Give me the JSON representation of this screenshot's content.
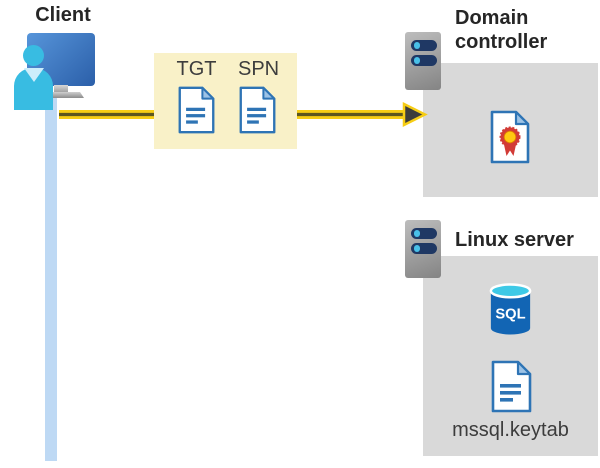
{
  "client": {
    "label": "Client"
  },
  "ticket_box": {
    "tgt_label": "TGT",
    "spn_label": "SPN"
  },
  "domain_controller": {
    "label": "Domain controller"
  },
  "linux_server": {
    "label": "Linux server",
    "sql_icon_label": "SQL",
    "keytab_label": "mssql.keytab"
  },
  "colors": {
    "box_gray": "#d9d9d9",
    "box_yellow": "#f9f1c8",
    "line_blue": "#bed9f4",
    "arrow_yellow": "#f6cd15",
    "arrow_dark": "#5c561f",
    "arrow_head": "#3c3c3c",
    "title_color": "#262626",
    "ticket_text": "#3d3d3d",
    "keytab_text": "#3c3c3c",
    "person_cyan": "#38bce2",
    "server_bar": "#1f3864",
    "server_dot": "#49c0e8",
    "doc_blue": "#2e74b5",
    "doc_fold": "#9dc3e6",
    "sql_blue": "#1265b4",
    "sql_top": "#3ec9e6",
    "cert_red": "#d23b36",
    "cert_yellow": "#ffc812"
  }
}
